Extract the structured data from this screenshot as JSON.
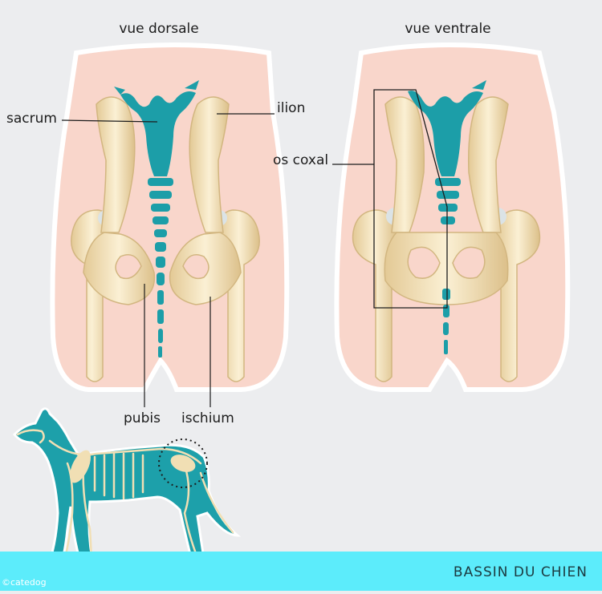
{
  "views": {
    "dorsal_title": "vue dorsale",
    "ventral_title": "vue ventrale"
  },
  "labels": {
    "sacrum": "sacrum",
    "ilion": "ilion",
    "os_coxal": "os coxal",
    "pubis": "pubis",
    "ischium": "ischium"
  },
  "footer": {
    "title": "BASSIN DU CHIEN",
    "credit": "©catedog"
  },
  "colors": {
    "background": "#ecedef",
    "body_silhouette": "#f9d6cb",
    "bone": "#f1dfb4",
    "sacrum_teal": "#1c9ea8",
    "dog_teal": "#1da0aa",
    "footer_band": "#5cecfb"
  }
}
